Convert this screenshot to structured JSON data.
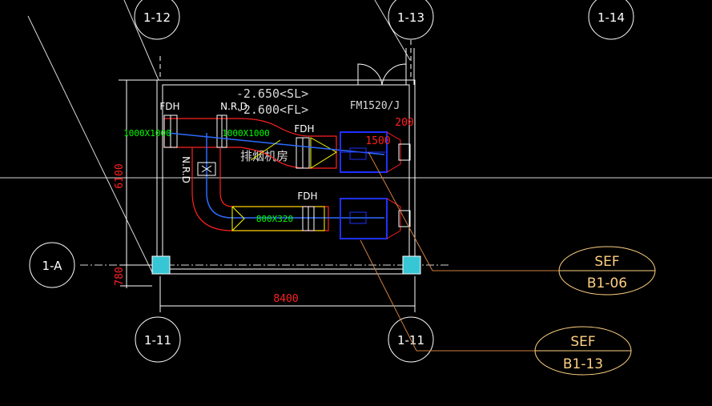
{
  "grid": {
    "top": [
      "1-12",
      "1-13",
      "1-14"
    ],
    "bottom": [
      "1-11",
      "1-11"
    ],
    "left": [
      "1-A"
    ]
  },
  "room": {
    "name": "排烟机房",
    "level_sl": "-2.650<SL>",
    "level_fl": "-2.600<FL>",
    "door": "FM1520/J"
  },
  "dims": {
    "width": "8400",
    "height": "6100",
    "offset": "780",
    "d200": "200",
    "d1500": "1500"
  },
  "duct": {
    "upper_size_left": "1000X1000",
    "upper_size_right": "1000X1000",
    "lower_size": "800X320"
  },
  "labels": {
    "fdh1": "FDH",
    "fdh2": "FDH",
    "fdh3": "FDH",
    "nrd1": "N.R.D",
    "nrd2": "N.R.D"
  },
  "tags": [
    {
      "top": "SEF",
      "bottom": "B1-06"
    },
    {
      "top": "SEF",
      "bottom": "B1-13"
    }
  ],
  "colors": {
    "background": "#000000",
    "grid": "#ffffff",
    "wall": "#ffffff",
    "duct_outline": "#ff2020",
    "duct_fill": "#ffff00",
    "pipe": "#2d6bff",
    "dimension": "#ff2020",
    "size_text": "#00ff00",
    "fan": "#2030ff",
    "tag": "#ffd080",
    "leader": "#d08040"
  }
}
